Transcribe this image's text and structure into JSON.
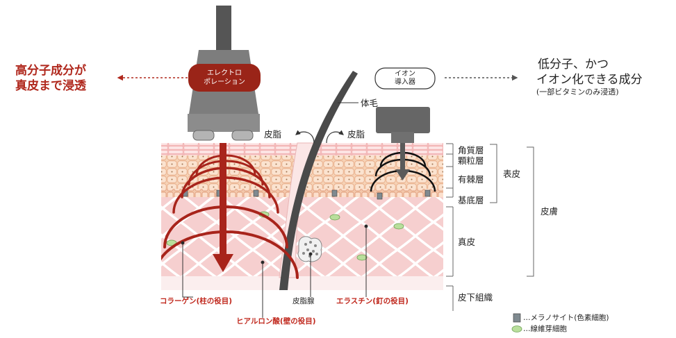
{
  "left_device": {
    "label_line1": "エレクトロ",
    "label_line2": "ポレーション"
  },
  "left_caption": {
    "line1": "高分子成分が",
    "line2": "真皮まで浸透"
  },
  "ion_device": {
    "label_line1": "イオン",
    "label_line2": "導入器"
  },
  "right_caption": {
    "line1": "低分子、かつ",
    "line2": "イオン化できる成分",
    "line3": "(一部ビタミンのみ浸透)"
  },
  "hair_label": "体毛",
  "sebum_left": "皮脂",
  "sebum_right": "皮脂",
  "layers": {
    "stratum_corneum": "角質層",
    "granular": "顆粒層",
    "spinous": "有棘層",
    "basal": "基底層",
    "epidermis": "表皮",
    "dermis": "真皮",
    "subcutaneous": "皮下組織",
    "skin": "皮膚"
  },
  "annotations": {
    "collagen": "コラーゲン(柱の役目)",
    "hyaluronic": "ヒアルロン酸(壁の役目)",
    "sebaceous": "皮脂腺",
    "elastin": "エラスチン(釘の役目)"
  },
  "legend": {
    "melanocyte": "…メラノサイト(色素細胞)",
    "fibroblast": "…線維芽細胞"
  },
  "colors": {
    "accent_red": "#b0281d",
    "skin_pink": "#f6cfcf",
    "epidermis_peach": "#f8d8bf",
    "device_gray": "#7d7d7d"
  }
}
